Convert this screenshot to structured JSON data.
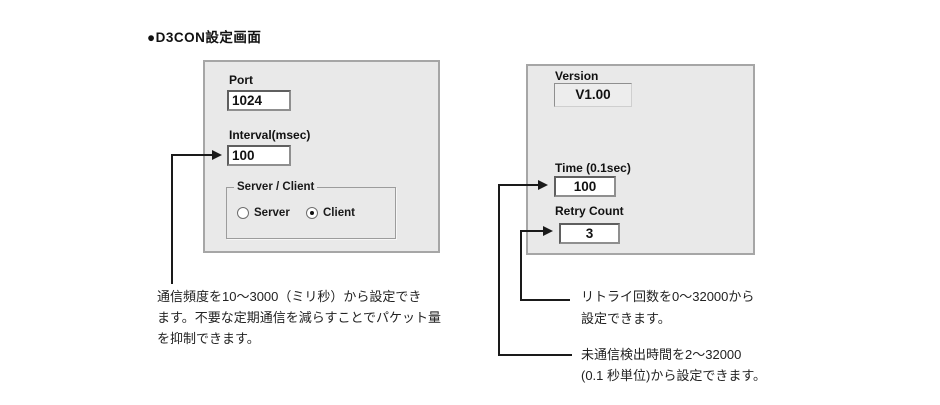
{
  "title": "●D3CON設定画面",
  "left_panel": {
    "port_label": "Port",
    "port_value": "1024",
    "interval_label": "Interval(msec)",
    "interval_value": "100",
    "group_label": "Server / Client",
    "radio_server_label": "Server",
    "radio_client_label": "Client",
    "selected_mode": "Client"
  },
  "right_panel": {
    "version_label": "Version",
    "version_value": "V1.00",
    "time_label": "Time (0.1sec)",
    "time_value": "100",
    "retry_label": "Retry Count",
    "retry_value": "3"
  },
  "annotations": {
    "interval_note_lines": [
      "通信頻度を10～3000（ミリ秒）から設定でき",
      "ます。不要な定期通信を減らすことでパケット量",
      "を抑制できます。"
    ],
    "retry_note_lines": [
      "リトライ回数を0～32000から",
      "設定できます。"
    ],
    "time_note_lines": [
      "未通信検出時間を2～32000",
      "(0.1 秒単位)から設定できます。"
    ]
  },
  "colors": {
    "panel_bg": "#e9e9e9",
    "panel_border": "#a6a6a6",
    "line_color": "#1a1a1a"
  }
}
